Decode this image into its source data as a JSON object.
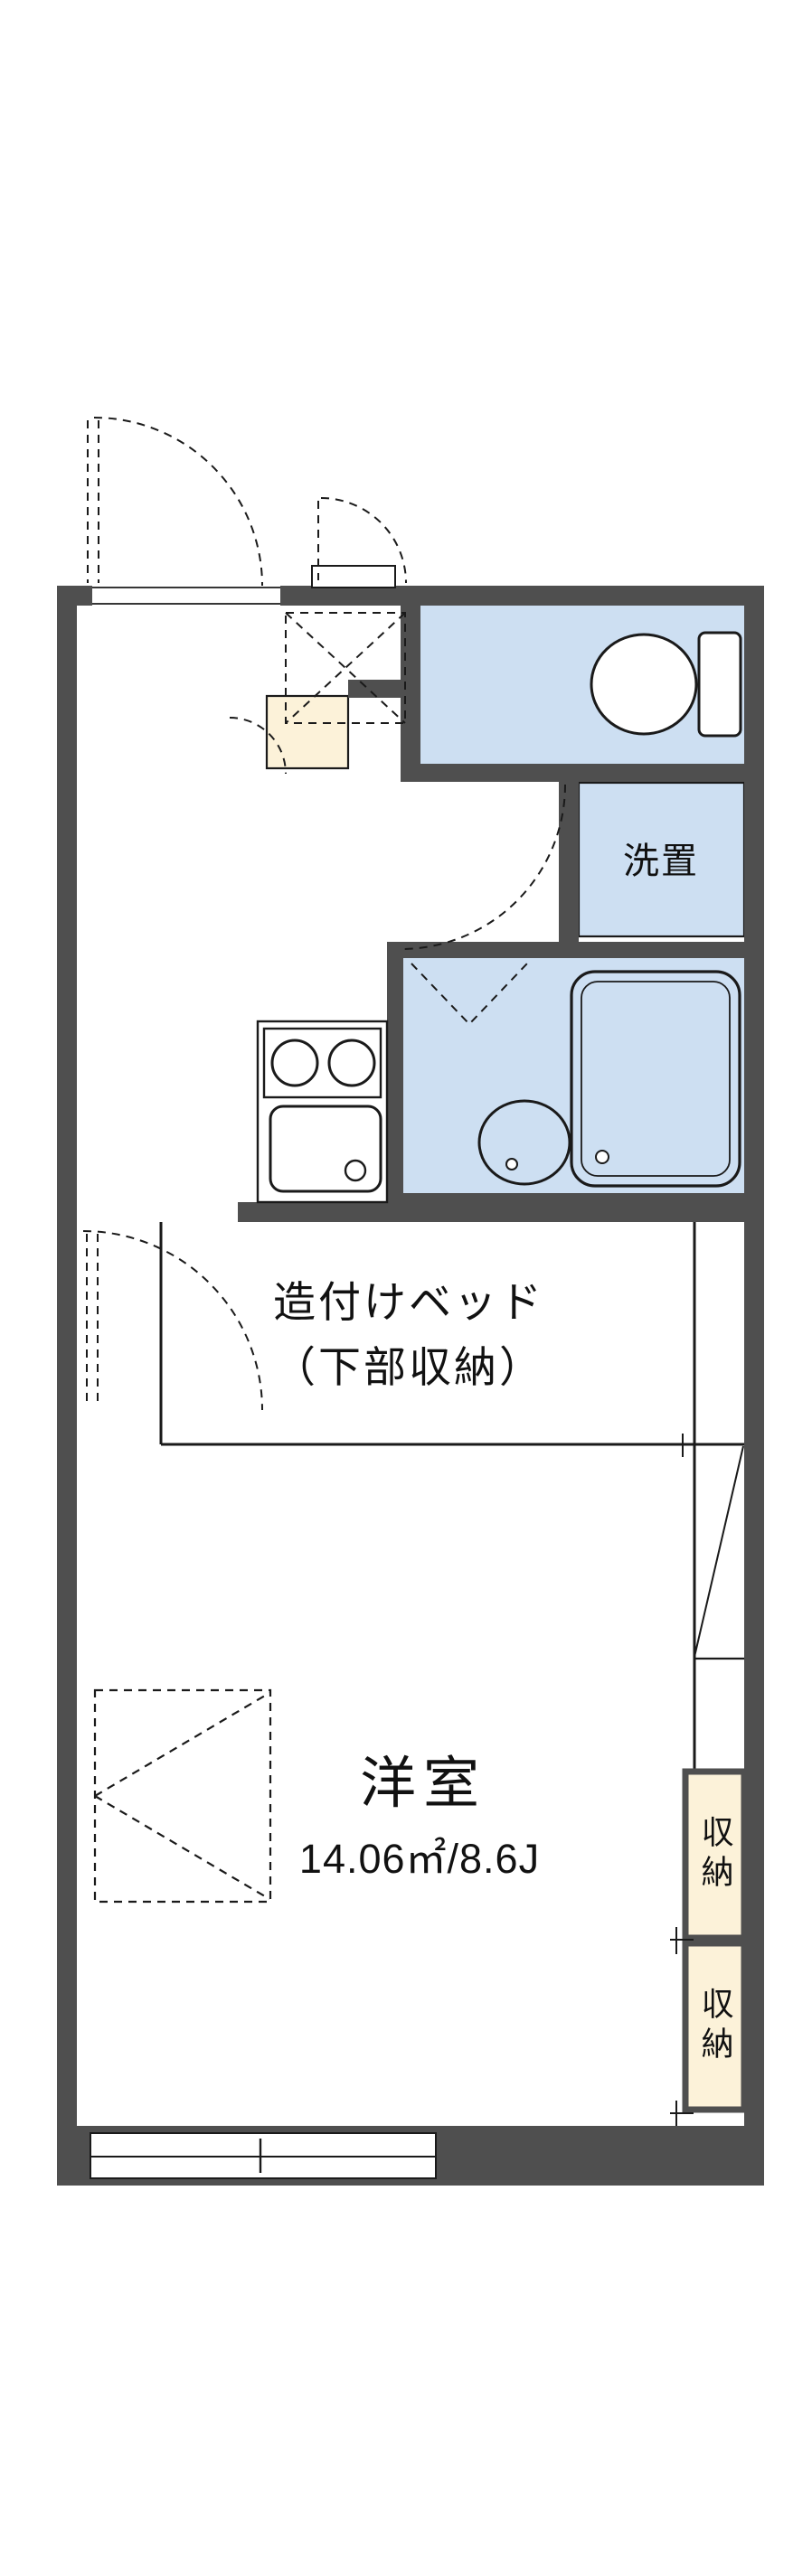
{
  "meta": {
    "type": "apartment-floorplan"
  },
  "colors": {
    "wall": "#4f4f4f",
    "wet": "#cddff2",
    "cream": "#fcf2d9",
    "line": "#1a1a1a",
    "bg": "#ffffff"
  },
  "labels": {
    "laundry": "洗置",
    "bed_line1": "造付けベッド",
    "bed_line2": "（下部収納）",
    "room_name": "洋室",
    "room_size": "14.06㎡/8.6J",
    "storage_top": "収納",
    "storage_bottom": "収納"
  },
  "icons": {
    "toilet": "toilet",
    "bathtub": "bathtub",
    "washbasin": "washbasin",
    "stove": "two-burner-stove",
    "sink": "kitchen-sink",
    "entrance_door": "door-swing-arc",
    "window": "sliding-window"
  }
}
